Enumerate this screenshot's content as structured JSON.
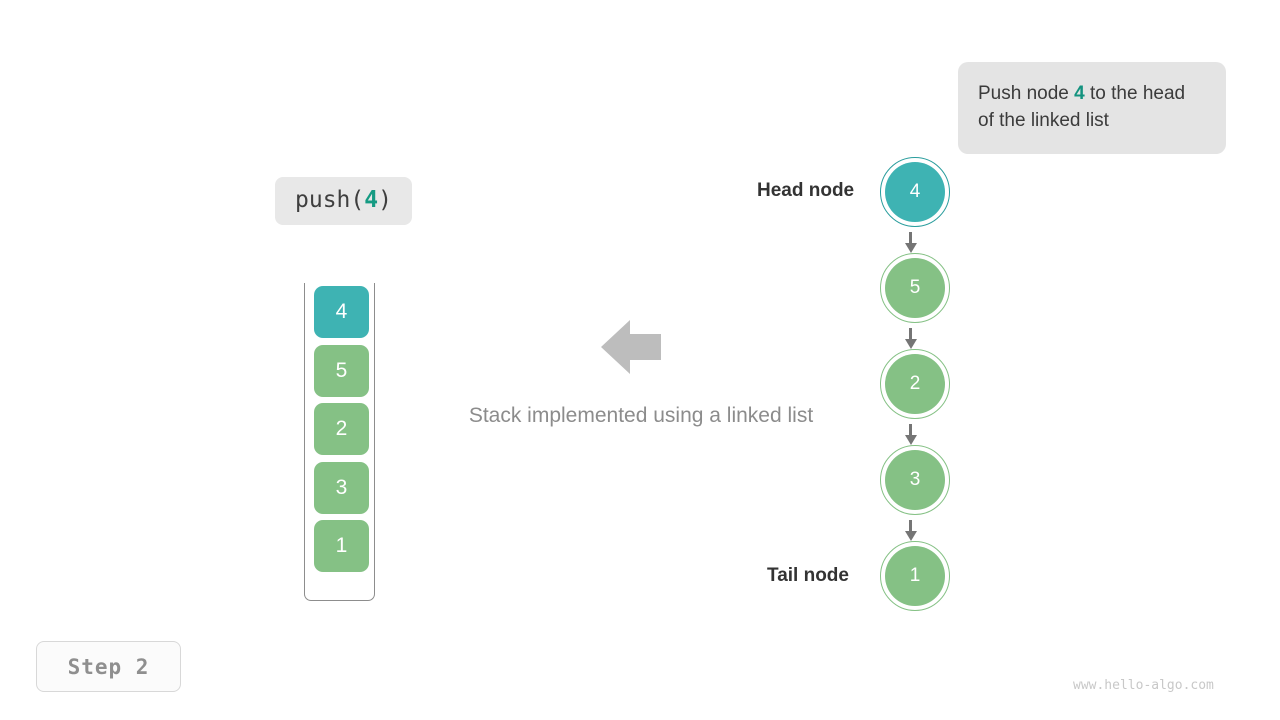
{
  "callout": {
    "text_before": "Push node ",
    "highlight": "4",
    "text_after": " to the head of the linked list"
  },
  "operation": {
    "prefix": "push(",
    "value": "4",
    "suffix": ")"
  },
  "stack": {
    "items": [
      {
        "value": "4",
        "color": "#3eb3b3"
      },
      {
        "value": "5",
        "color": "#85c185"
      },
      {
        "value": "2",
        "color": "#85c185"
      },
      {
        "value": "3",
        "color": "#85c185"
      },
      {
        "value": "1",
        "color": "#85c185"
      }
    ]
  },
  "caption": "Stack implemented using a linked list",
  "linked_list": {
    "head_label": "Head node",
    "tail_label": "Tail node",
    "arrow_color": "#757575",
    "nodes": [
      {
        "value": "4",
        "fill": "#3eb3b3",
        "ring": "#2a9d9d"
      },
      {
        "value": "5",
        "fill": "#85c185",
        "ring": "#85c185"
      },
      {
        "value": "2",
        "fill": "#85c185",
        "ring": "#85c185"
      },
      {
        "value": "3",
        "fill": "#85c185",
        "ring": "#85c185"
      },
      {
        "value": "1",
        "fill": "#85c185",
        "ring": "#85c185"
      }
    ]
  },
  "step_badge": "Step 2",
  "watermark": "www.hello-algo.com",
  "colors": {
    "accent_teal": "#169b83",
    "node_green": "#85c185",
    "node_teal": "#3eb3b3",
    "gray_arrow": "#bdbdbd",
    "callout_bg": "#e4e4e4"
  },
  "center_arrow": {
    "direction": "left",
    "color": "#bdbdbd"
  }
}
